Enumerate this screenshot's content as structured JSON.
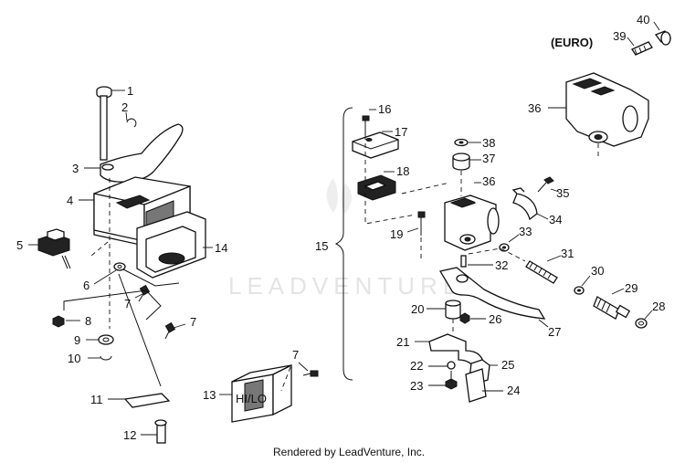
{
  "header_euro": "(EURO)",
  "switch_text": "HI/LO",
  "footer": "Rendered by LeadVenture, Inc.",
  "watermark": "LEADVENTURE",
  "callouts": {
    "c1": "1",
    "c2": "2",
    "c3": "3",
    "c4": "4",
    "c5": "5",
    "c6": "6",
    "c7a": "7",
    "c7b": "7",
    "c7c": "7",
    "c8": "8",
    "c9": "9",
    "c10": "10",
    "c11": "11",
    "c12": "12",
    "c13": "13",
    "c14": "14",
    "c15": "15",
    "c16": "16",
    "c17": "17",
    "c18": "18",
    "c19": "19",
    "c20": "20",
    "c21": "21",
    "c22": "22",
    "c23": "23",
    "c24": "24",
    "c25": "25",
    "c26": "26",
    "c27": "27",
    "c28": "28",
    "c29": "29",
    "c30": "30",
    "c31": "31",
    "c32": "32",
    "c33": "33",
    "c34": "34",
    "c35": "35",
    "c36a": "36",
    "c36b": "36",
    "c37": "37",
    "c38": "38",
    "c39": "39",
    "c40": "40"
  }
}
